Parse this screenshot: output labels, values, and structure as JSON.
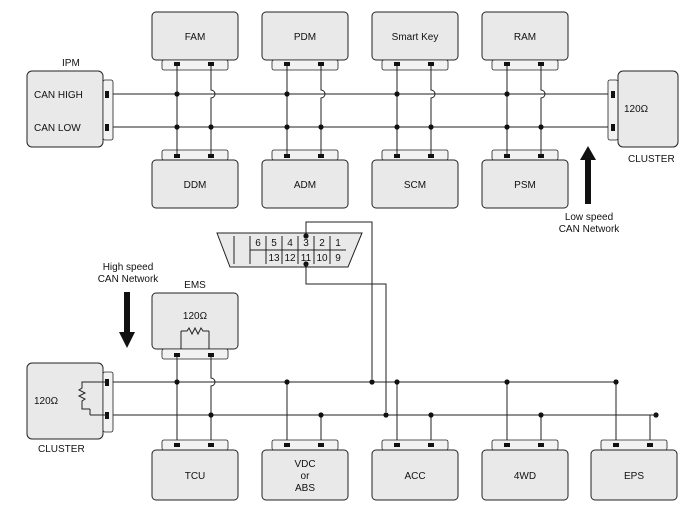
{
  "low_bus": {
    "top_modules": [
      "FAM",
      "PDM",
      "Smart Key",
      "RAM"
    ],
    "bottom_modules": [
      "DDM",
      "ADM",
      "SCM",
      "PSM"
    ],
    "ipm": {
      "title": "IPM",
      "can_high": "CAN HIGH",
      "can_low": "CAN LOW"
    },
    "cluster": {
      "title": "CLUSTER",
      "resistor": "120Ω"
    },
    "network_label_1": "Low speed",
    "network_label_2": "CAN Network"
  },
  "connector": {
    "top_pins": [
      "6",
      "5",
      "4",
      "3",
      "2",
      "1"
    ],
    "bottom_pins": [
      "13",
      "12",
      "11",
      "10",
      "9"
    ]
  },
  "high_bus": {
    "network_label_1": "High speed",
    "network_label_2": "CAN Network",
    "ems": {
      "title": "EMS",
      "resistor": "120Ω"
    },
    "cluster": {
      "title": "CLUSTER",
      "resistor": "120Ω"
    },
    "bottom_modules": [
      "TCU",
      "ACC",
      "4WD",
      "EPS"
    ],
    "vdc_lines": [
      "VDC",
      "or",
      "ABS"
    ]
  }
}
